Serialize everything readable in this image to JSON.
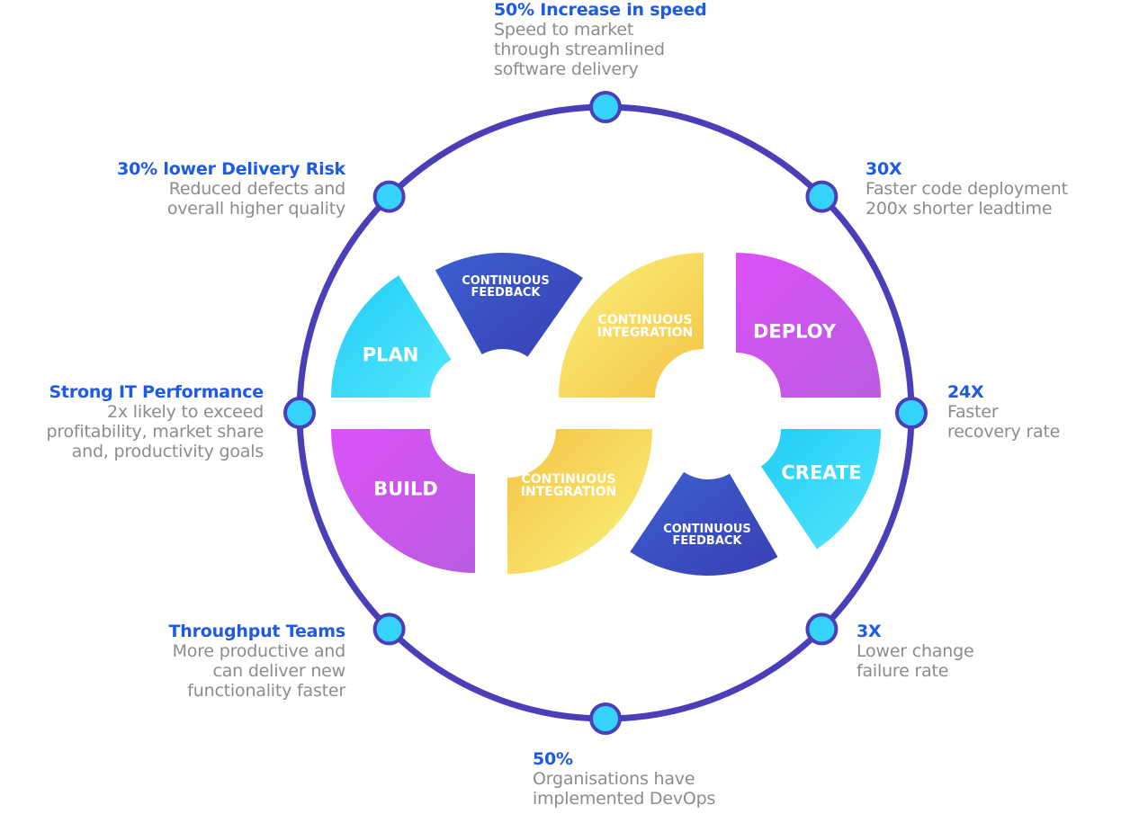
{
  "colors": {
    "ring": "#4a3fb8",
    "node_fill": "#35d3f9",
    "stat_title": "#1f5ae6",
    "stat_desc": "#8c8c8c",
    "cyan": [
      "#20cdf5",
      "#55e6fc"
    ],
    "navy": [
      "#3b60d0",
      "#3a3fb4"
    ],
    "yellow": [
      "#fbf37e",
      "#f3c243"
    ],
    "magenta": [
      "#db52f7",
      "#b95ce0"
    ]
  },
  "segments": [
    {
      "id": "plan",
      "label": [
        "PLAN"
      ],
      "color": "cyan"
    },
    {
      "id": "continuous-feedback-top",
      "label": [
        "CONTINUOUS",
        "FEEDBACK"
      ],
      "color": "navy"
    },
    {
      "id": "continuous-integration-top",
      "label": [
        "CONTINUOUS",
        "INTEGRATION"
      ],
      "color": "yellow"
    },
    {
      "id": "deploy",
      "label": [
        "DEPLOY"
      ],
      "color": "magenta"
    },
    {
      "id": "build",
      "label": [
        "BUILD"
      ],
      "color": "magenta"
    },
    {
      "id": "continuous-integration-bottom",
      "label": [
        "CONTINUOUS",
        "INTEGRATION"
      ],
      "color": "yellow"
    },
    {
      "id": "continuous-feedback-bottom",
      "label": [
        "CONTINUOUS",
        "FEEDBACK"
      ],
      "color": "navy"
    },
    {
      "id": "create",
      "label": [
        "CREATE"
      ],
      "color": "cyan"
    }
  ],
  "stats": [
    {
      "id": "top",
      "title": "50% Increase in speed",
      "desc": "Speed to market\nthrough streamlined\nsoftware delivery"
    },
    {
      "id": "top-right",
      "title": "30X",
      "desc": "Faster code deployment\n200x shorter leadtime"
    },
    {
      "id": "right",
      "title": "24X",
      "desc": "Faster\nrecovery rate"
    },
    {
      "id": "bottom-right",
      "title": "3X",
      "desc": "Lower change\nfailure rate"
    },
    {
      "id": "bottom",
      "title": "50%",
      "desc": "Organisations have\nimplemented DevOps"
    },
    {
      "id": "bottom-left",
      "title": "Throughput Teams",
      "desc": "More productive and\ncan deliver new\nfunctionality faster"
    },
    {
      "id": "left",
      "title": "Strong IT Performance",
      "desc": "2x likely to exceed\nprofitability, market share\nand, productivity goals"
    },
    {
      "id": "top-left",
      "title": "30% lower Delivery Risk",
      "desc": "Reduced defects and\noverall higher quality"
    }
  ]
}
